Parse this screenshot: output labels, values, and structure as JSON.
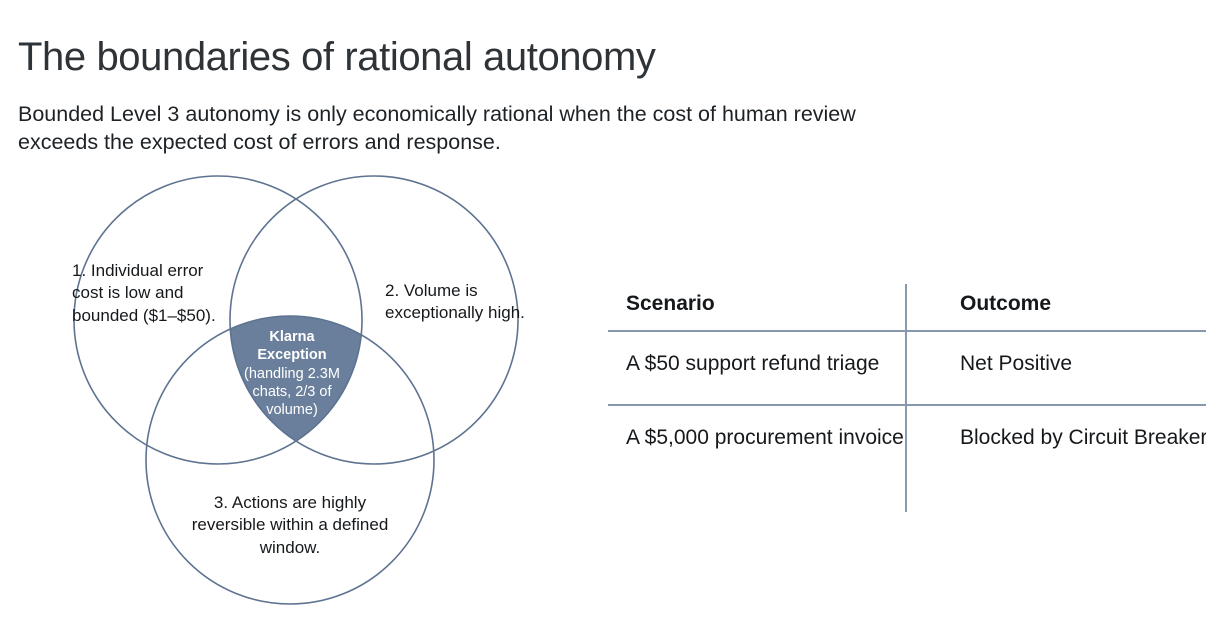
{
  "header": {
    "title": "The boundaries of rational autonomy",
    "subtitle": "Bounded Level 3 autonomy is only economically rational when the cost of human review exceeds the expected cost of errors and response."
  },
  "venn": {
    "circles": [
      {
        "id": "circle-1",
        "label": "1. Individual error cost is low and bounded ($1–$50)."
      },
      {
        "id": "circle-2",
        "label": "2. Volume is exceptionally high."
      },
      {
        "id": "circle-3",
        "label": "3. Actions are highly reversible within a defined window."
      }
    ],
    "intersection": {
      "title_line_1": "Klarna",
      "title_line_2": "Exception",
      "detail": "(handling 2.3M chats, 2/3 of volume)"
    },
    "colors": {
      "stroke": "#5d7390",
      "intersection_fill": "#6a7f9b",
      "intersection_text": "#ffffff"
    }
  },
  "table": {
    "columns": [
      "Scenario",
      "Outcome"
    ],
    "rows": [
      {
        "scenario": "A $50 support refund triage",
        "outcome": "Net Positive",
        "outcome_state": "positive"
      },
      {
        "scenario": "A $5,000 procurement invoice",
        "outcome": "Blocked by Circuit Breaker",
        "outcome_state": "blocked"
      }
    ],
    "colors": {
      "rule": "#8699ad",
      "positive": "#6e86a3",
      "blocked": "#b5706a"
    }
  }
}
